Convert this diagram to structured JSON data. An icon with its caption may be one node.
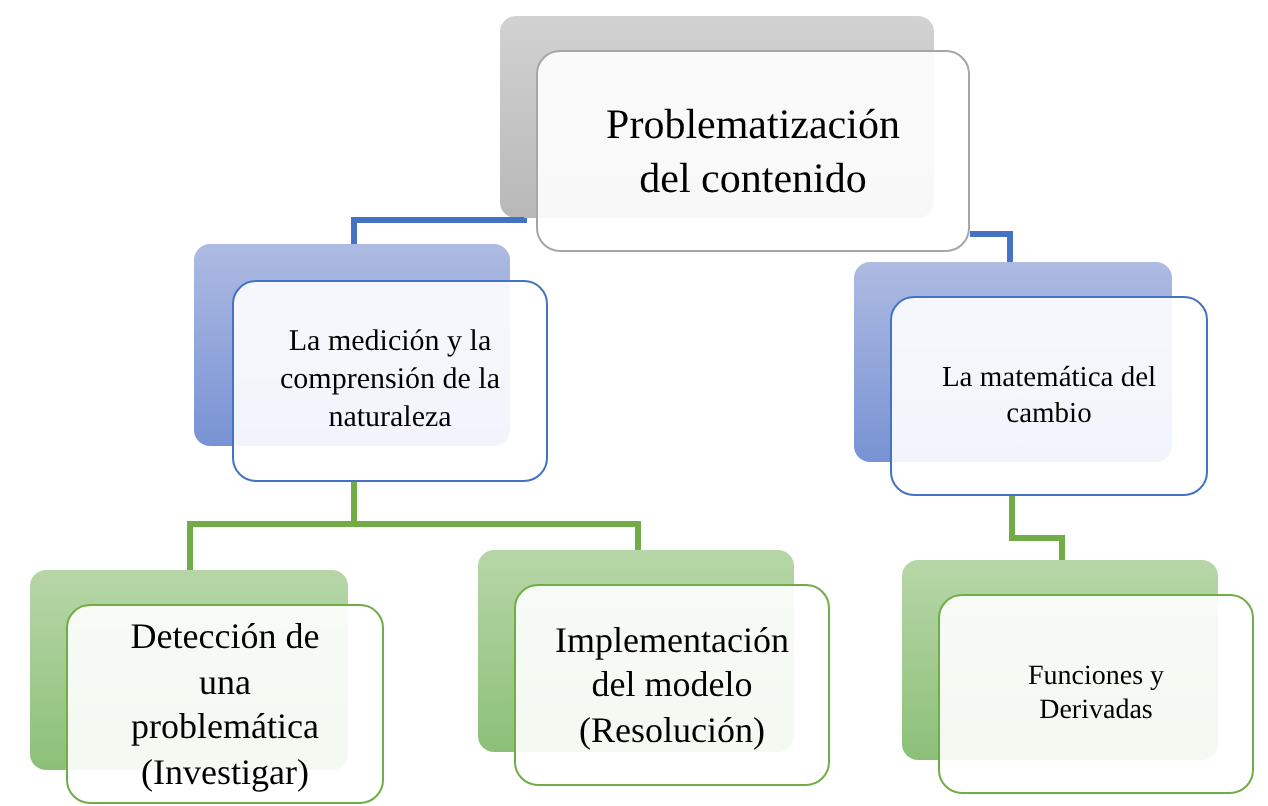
{
  "diagram": {
    "nodes": [
      {
        "text": [
          "Problematización del contenido"
        ]
      },
      {
        "text": [
          "La medición y la comprensión de la naturaleza"
        ]
      },
      {
        "text": [
          "La matemática del cambio"
        ]
      },
      {
        "text": [
          "Detección de una problemática (Investigar)"
        ]
      },
      {
        "text": [
          "Implementación del modelo (Resolución)"
        ]
      },
      {
        "text": [
          "Funciones y Derivadas"
        ]
      }
    ],
    "edges": [
      {
        "from": 0,
        "to": 1,
        "arrow": "none",
        "color": "#4472c4"
      },
      {
        "from": 0,
        "to": 2,
        "arrow": "none",
        "color": "#4472c4"
      },
      {
        "from": 1,
        "to": 3,
        "arrow": "none",
        "color": "#70ad47"
      },
      {
        "from": 1,
        "to": 4,
        "arrow": "none",
        "color": "#70ad47"
      },
      {
        "from": 2,
        "to": 5,
        "arrow": "none",
        "color": "#70ad47"
      }
    ]
  }
}
